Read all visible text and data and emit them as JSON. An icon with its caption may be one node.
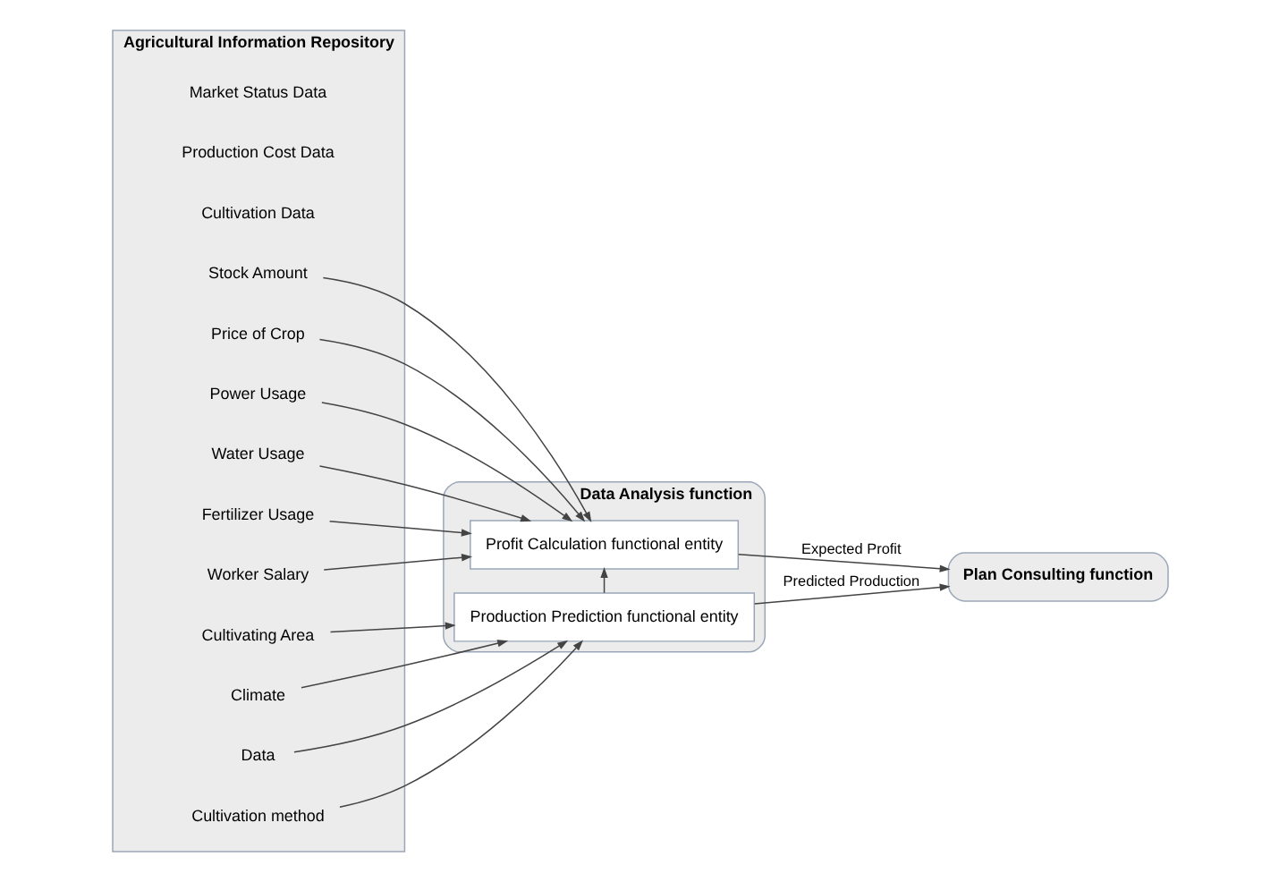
{
  "diagram": {
    "nodes": [
      {
        "text": [
          "Agricultural Information Repository"
        ]
      },
      {
        "text": [
          "Stock Amount"
        ],
        "in": 0
      },
      {
        "text": [
          "Price of Crop"
        ],
        "in": 0
      },
      {
        "text": [
          "Power Usage"
        ],
        "in": 0
      },
      {
        "text": [
          "Water Usage"
        ],
        "in": 0
      },
      {
        "text": [
          "Fertilizer Usage"
        ],
        "in": 0
      },
      {
        "text": [
          "Worker Salary"
        ],
        "in": 0
      },
      {
        "text": [
          "Cultivating Area"
        ],
        "in": 0
      },
      {
        "text": [
          "Climate"
        ],
        "in": 0
      },
      {
        "text": [
          "Data"
        ],
        "in": 0
      },
      {
        "text": [
          "Cultivation method"
        ],
        "in": 0
      },
      {
        "text": [
          "Data Analysis function"
        ]
      },
      {
        "text": [
          "Profit Calculation functional entity"
        ],
        "in": 11
      },
      {
        "text": [
          "Production Prediction functional entity"
        ],
        "in": 11
      },
      {
        "text": [
          "Plan Consulting function"
        ]
      }
    ],
    "edges": [
      {
        "from": 1,
        "to": 12,
        "arrow": "to"
      },
      {
        "from": 2,
        "to": 12,
        "arrow": "to"
      },
      {
        "from": 3,
        "to": 12,
        "arrow": "to"
      },
      {
        "from": 4,
        "to": 12,
        "arrow": "to"
      },
      {
        "from": 5,
        "to": 12,
        "arrow": "to"
      },
      {
        "from": 6,
        "to": 12,
        "arrow": "to"
      },
      {
        "from": 7,
        "to": 13,
        "arrow": "to"
      },
      {
        "from": 8,
        "to": 13,
        "arrow": "to"
      },
      {
        "from": 9,
        "to": 13,
        "arrow": "to"
      },
      {
        "from": 10,
        "to": 13,
        "arrow": "to"
      },
      {
        "from": 13,
        "to": 12,
        "arrow": "to"
      },
      {
        "from": 12,
        "to": 14,
        "arrow": "to",
        "label": "Expected Profit"
      },
      {
        "from": 13,
        "to": 14,
        "arrow": "to",
        "label": "Predicted Production"
      }
    ],
    "labels": [
      "Market Status Data",
      "Production Cost Data",
      "Cultivation Data"
    ]
  }
}
